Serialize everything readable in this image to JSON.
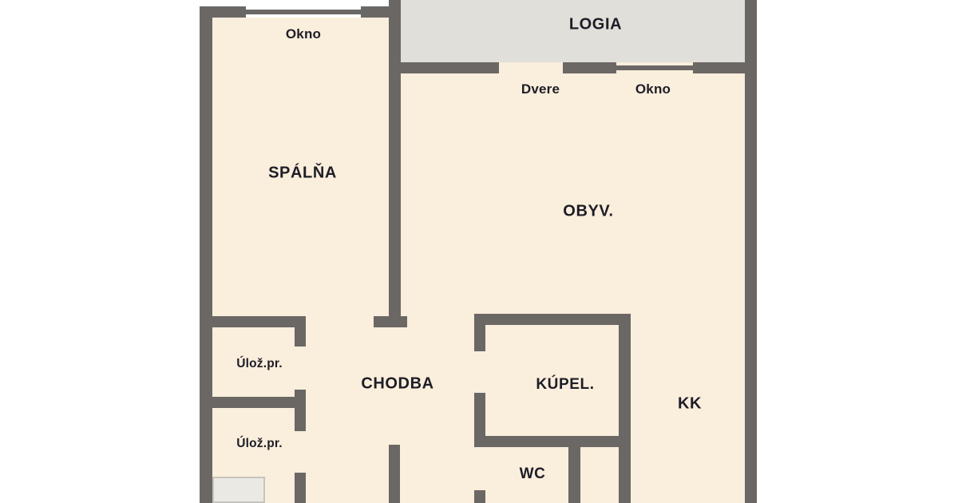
{
  "floorplan": {
    "labels": {
      "logia": "LOGIA",
      "okno_spalna": "Okno",
      "dvere_obyv": "Dvere",
      "okno_obyv": "Okno",
      "spalna": "SPÁLŇA",
      "obyv": "OBYV.",
      "uloz1": "Úlož.pr.",
      "chodba": "CHODBA",
      "kupel": "KÚPEL.",
      "kk": "KK",
      "uloz2": "Úlož.pr.",
      "wc": "WC"
    },
    "colors": {
      "wall": "#6b6765",
      "room": "#faeedc",
      "logia": "#e1dfd9",
      "shaft": "#ebe9e3",
      "text": "#1d1d27",
      "background": "#ffffff"
    }
  }
}
